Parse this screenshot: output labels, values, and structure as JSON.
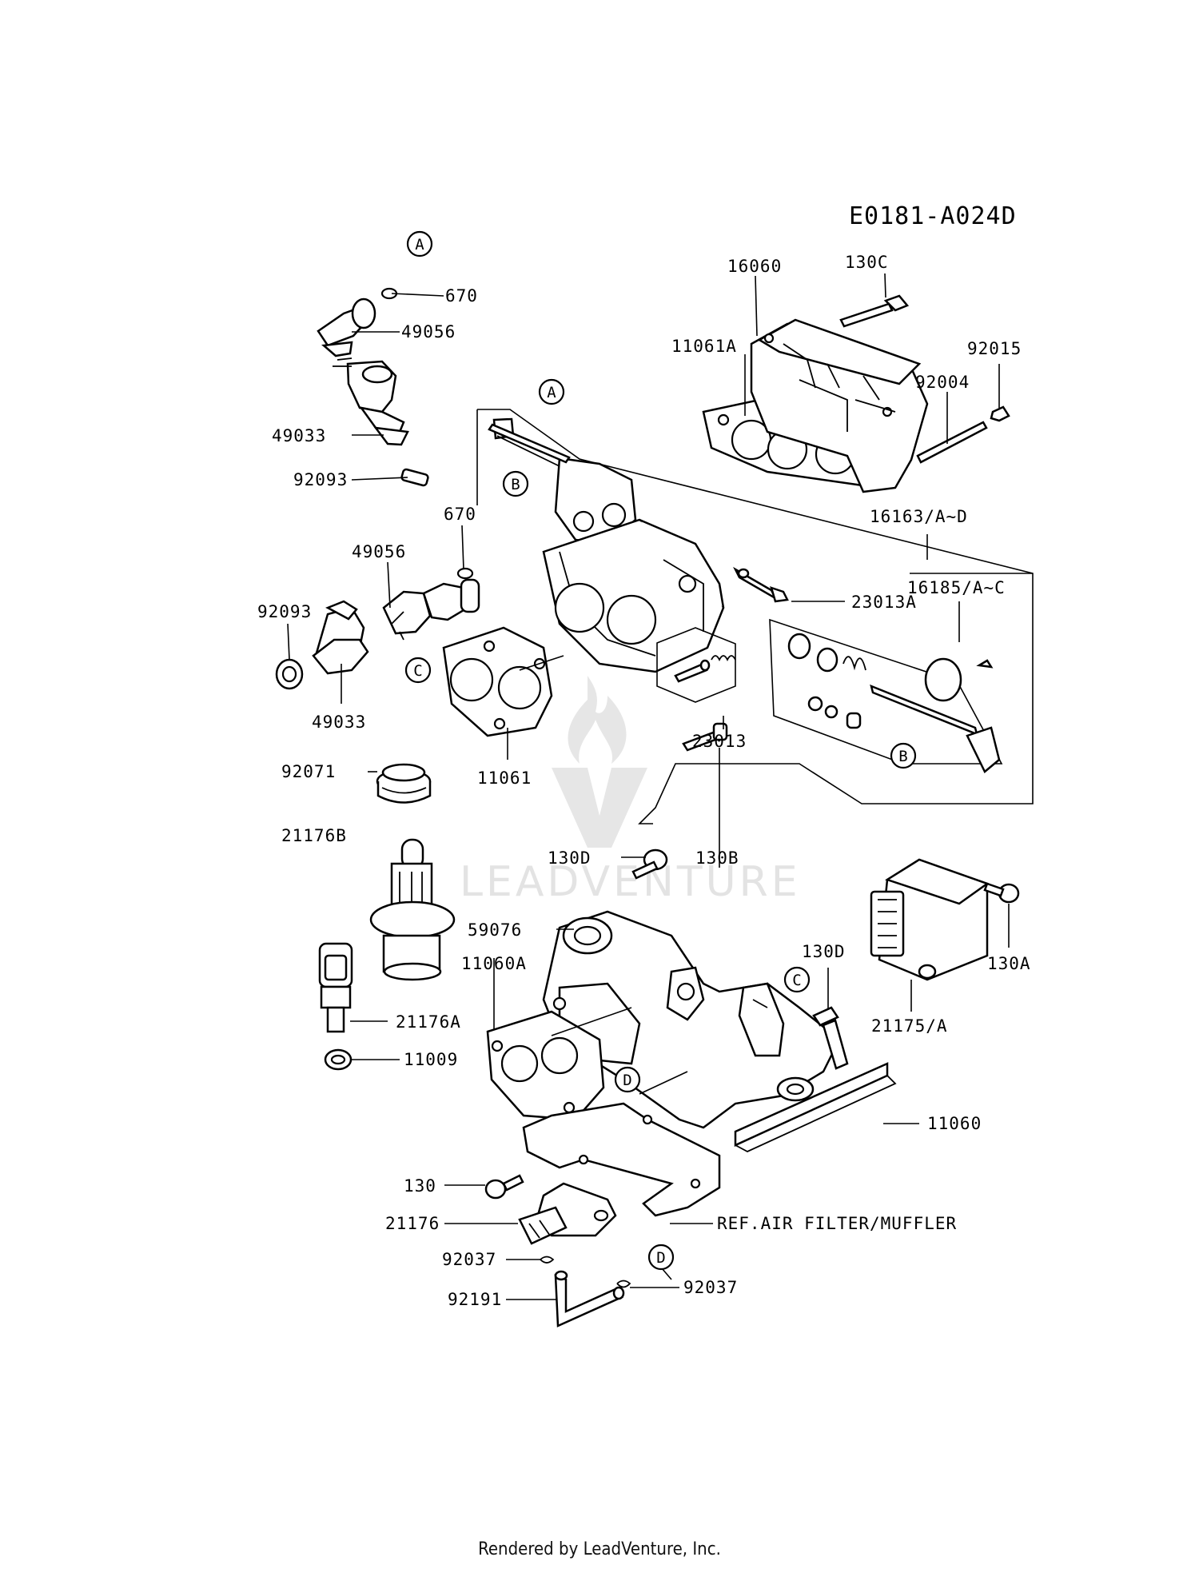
{
  "diagram_code": "E0181-A024D",
  "footer": "Rendered by LeadVenture, Inc.",
  "watermark": {
    "text": "LEADVENTURE"
  },
  "callouts": [
    "A",
    "A",
    "B",
    "B",
    "C",
    "C",
    "D",
    "D"
  ],
  "parts": [
    {
      "id": "p670a",
      "label": "670"
    },
    {
      "id": "p49056a",
      "label": "49056"
    },
    {
      "id": "p49033a",
      "label": "49033"
    },
    {
      "id": "p92093a",
      "label": "92093"
    },
    {
      "id": "p670b",
      "label": "670"
    },
    {
      "id": "p49056b",
      "label": "49056"
    },
    {
      "id": "p92093b",
      "label": "92093"
    },
    {
      "id": "p49033b",
      "label": "49033"
    },
    {
      "id": "p92071",
      "label": "92071"
    },
    {
      "id": "p11061",
      "label": "11061"
    },
    {
      "id": "p16060",
      "label": "16060"
    },
    {
      "id": "p130C",
      "label": "130C"
    },
    {
      "id": "p11061A",
      "label": "11061A"
    },
    {
      "id": "p92015",
      "label": "92015"
    },
    {
      "id": "p92004",
      "label": "92004"
    },
    {
      "id": "p16163",
      "label": "16163/A~D"
    },
    {
      "id": "p16185",
      "label": "16185/A~C"
    },
    {
      "id": "p23013A",
      "label": "23013A"
    },
    {
      "id": "p23013",
      "label": "23013"
    },
    {
      "id": "p21176B",
      "label": "21176B"
    },
    {
      "id": "p130D1",
      "label": "130D"
    },
    {
      "id": "p130B",
      "label": "130B"
    },
    {
      "id": "p59076",
      "label": "59076"
    },
    {
      "id": "p11060A",
      "label": "11060A"
    },
    {
      "id": "p21176A",
      "label": "21176A"
    },
    {
      "id": "p11009",
      "label": "11009"
    },
    {
      "id": "p130D2",
      "label": "130D"
    },
    {
      "id": "p130A",
      "label": "130A"
    },
    {
      "id": "p21175",
      "label": "21175/A"
    },
    {
      "id": "p11060",
      "label": "11060"
    },
    {
      "id": "p130",
      "label": "130"
    },
    {
      "id": "p21176",
      "label": "21176"
    },
    {
      "id": "pRef",
      "label": "REF.AIR FILTER/MUFFLER"
    },
    {
      "id": "p92037a",
      "label": "92037"
    },
    {
      "id": "p92191",
      "label": "92191"
    },
    {
      "id": "p92037b",
      "label": "92037"
    }
  ]
}
